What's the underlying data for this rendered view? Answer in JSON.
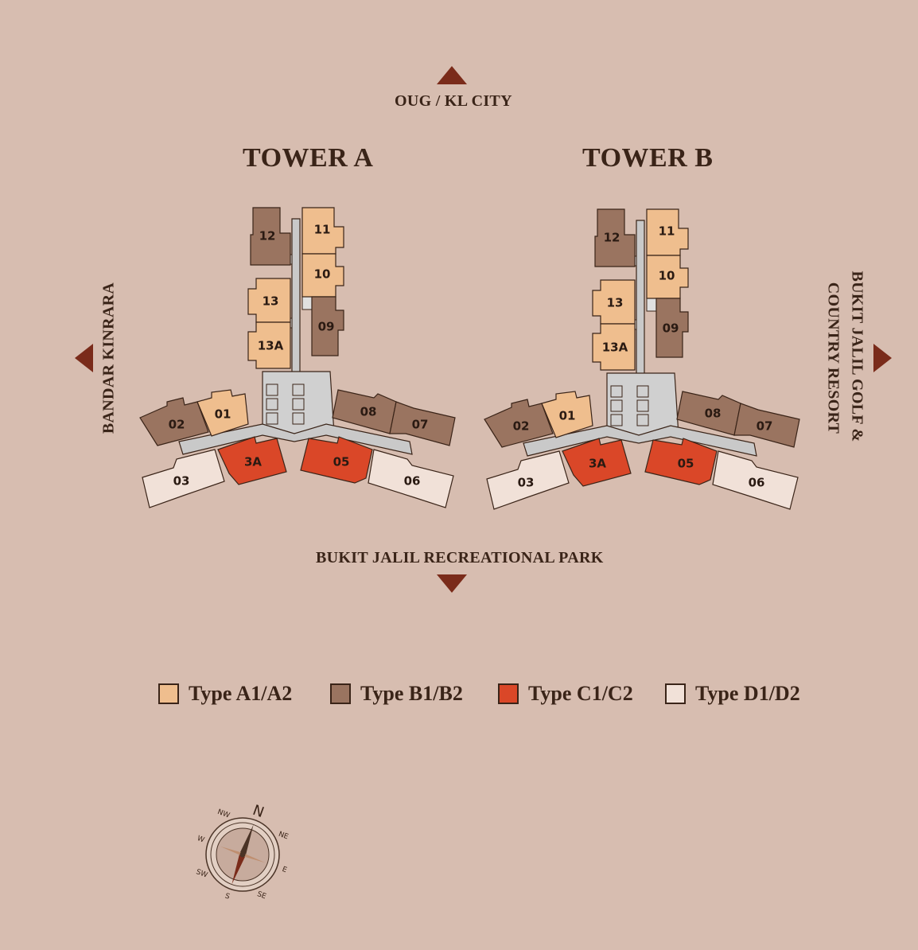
{
  "directions": {
    "north": "OUG / KL CITY",
    "south": "BUKIT JALIL RECREATIONAL PARK",
    "west": "BANDAR KINRARA",
    "east_line1": "BUKIT JALIL GOLF &",
    "east_line2": "COUNTRY RESORT"
  },
  "towers": [
    {
      "title": "TOWER A",
      "units": [
        "12",
        "11",
        "10",
        "13",
        "09",
        "13A",
        "02",
        "01",
        "08",
        "07",
        "3A",
        "05",
        "03",
        "06"
      ]
    },
    {
      "title": "TOWER B",
      "units": [
        "12",
        "11",
        "10",
        "13",
        "09",
        "13A",
        "02",
        "01",
        "08",
        "07",
        "3A",
        "05",
        "03",
        "06"
      ]
    }
  ],
  "legend": [
    {
      "label": "Type A1/A2",
      "color": "#efbe8e"
    },
    {
      "label": "Type B1/B2",
      "color": "#9a7460"
    },
    {
      "label": "Type C1/C2",
      "color": "#da4728"
    },
    {
      "label": "Type D1/D2",
      "color": "#f1e1d8"
    }
  ],
  "compass": {
    "points": [
      "N",
      "NE",
      "E",
      "SE",
      "S",
      "SW",
      "W",
      "NW"
    ]
  },
  "colors": {
    "background": "#d7bdb0",
    "arrow": "#7a2b1a",
    "core": "#c9c9c9",
    "outline": "#3a2418"
  }
}
